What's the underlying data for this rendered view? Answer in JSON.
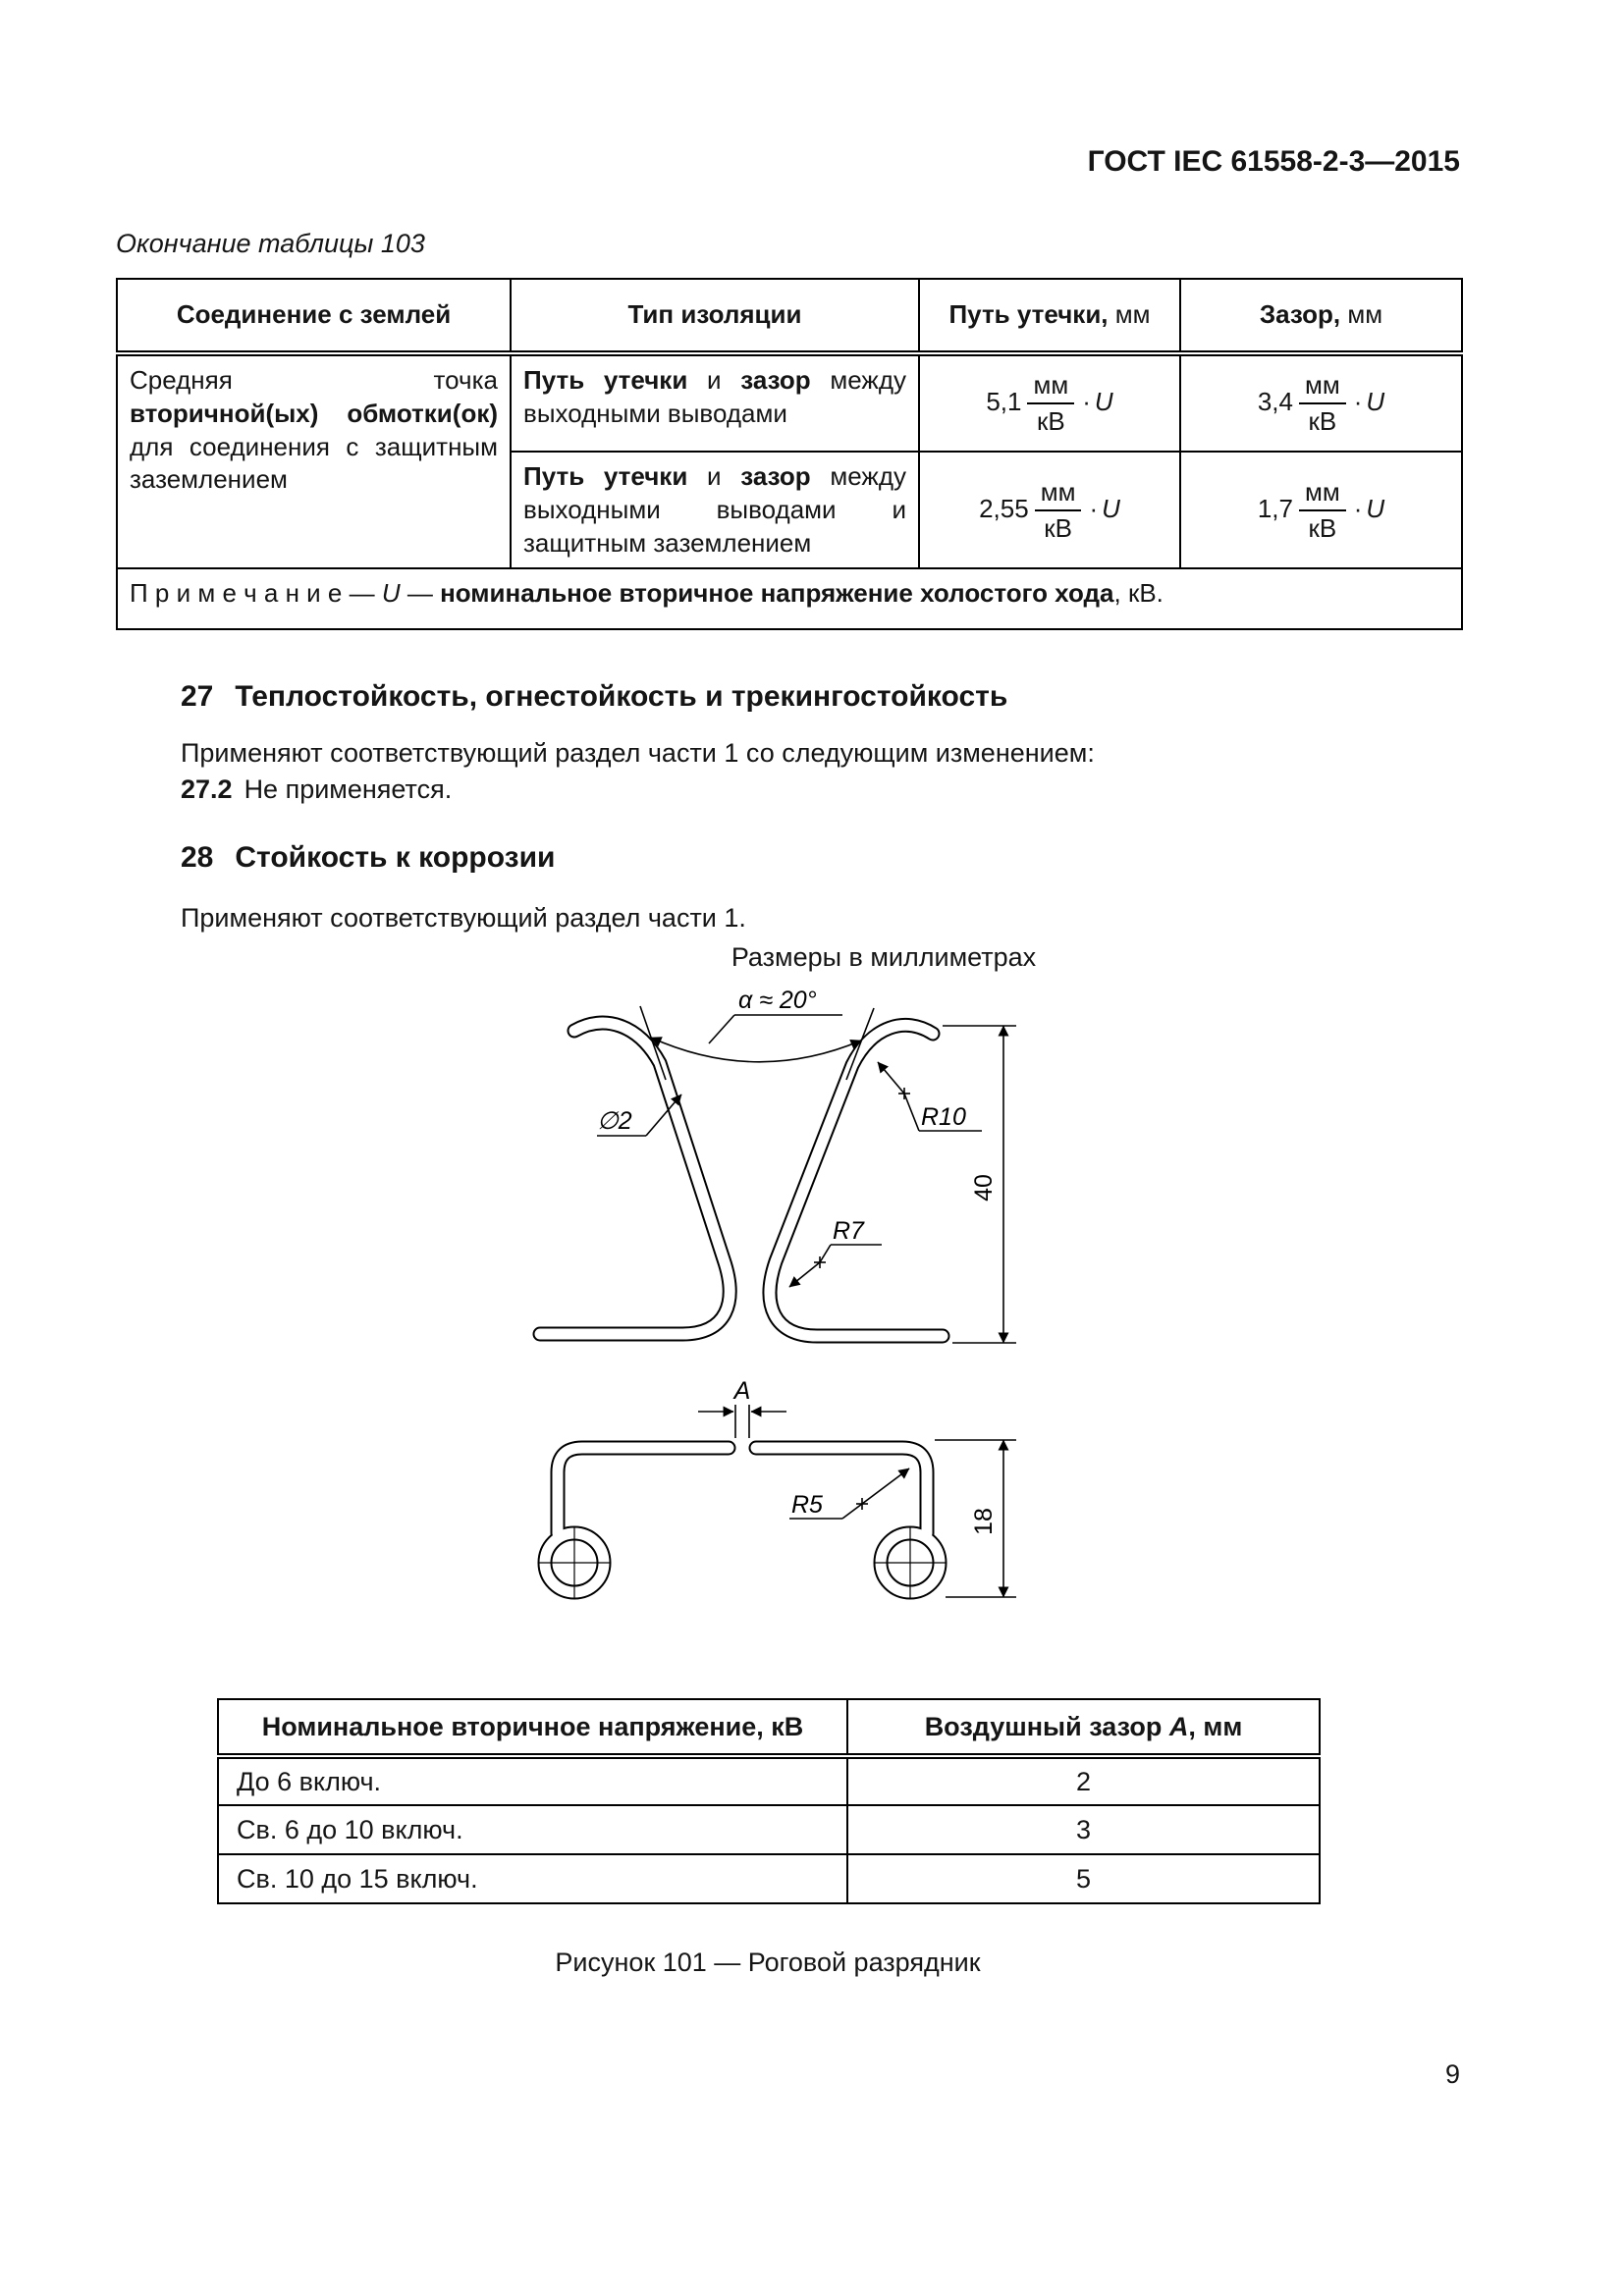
{
  "header": {
    "doc_code": "ГОСТ IEC 61558-2-3—2015"
  },
  "table103": {
    "continuation": "Окончание таблицы 103",
    "headers": [
      {
        "main": "Соединение с землей",
        "unit": ""
      },
      {
        "main": "Тип изоляции",
        "unit": ""
      },
      {
        "main": "Путь утечки,",
        "unit": " мм"
      },
      {
        "main": "Зазор,",
        "unit": " мм"
      }
    ],
    "group_cell": {
      "a": "Средняя точка ",
      "b": "вторичной(ых) обмотки(ок)",
      "c": " для соединения с защитным заземлением"
    },
    "rows": [
      {
        "type_a": "Путь утечки",
        "type_b": " и ",
        "type_c": "зазор",
        "type_d": " между выходными выводами",
        "creepage": {
          "coef": "5,1",
          "num": "мм",
          "den": "кВ",
          "dot": "·",
          "var": "U"
        },
        "clearance": {
          "coef": "3,4",
          "num": "мм",
          "den": "кВ",
          "dot": "·",
          "var": "U"
        }
      },
      {
        "type_a": "Путь утечки",
        "type_b": " и ",
        "type_c": "зазор",
        "type_d": " между выходными выводами и защитным заземлением",
        "creepage": {
          "coef": "2,55",
          "num": "мм",
          "den": "кВ",
          "dot": "·",
          "var": "U"
        },
        "clearance": {
          "coef": "1,7",
          "num": "мм",
          "den": "кВ",
          "dot": "·",
          "var": "U"
        }
      }
    ],
    "note": {
      "label": "П р и м е ч а н и е",
      "dash1": " — ",
      "var": "U",
      "dash2": " — ",
      "bold": "номинальное вторичное напряжение холостого хода",
      "tail": ", кВ."
    }
  },
  "section27": {
    "number": "27",
    "title": "Теплостойкость, огнестойкость и трекингостойкость",
    "para": "Применяют соответствующий раздел части 1 со следующим изменением:",
    "item_number": "27.2",
    "item_text": "Не применяется."
  },
  "section28": {
    "number": "28",
    "title": "Стойкость к коррозии",
    "para": "Применяют соответствующий раздел части 1."
  },
  "figure": {
    "dims_note": "Размеры в миллиметрах",
    "labels": {
      "alpha": "α ≈ 20°",
      "diameter": "∅2",
      "r10": "R10",
      "r7": "R7",
      "dim40": "40",
      "gap": "A",
      "r5": "R5",
      "dim18": "18"
    },
    "caption": "Рисунок 101 — Роговой разрядник"
  },
  "figure_table": {
    "col1_header": "Номинальное вторичное напряжение, кВ",
    "col2_header_a": "Воздушный зазор ",
    "col2_header_var": "A",
    "col2_header_b": ", мм",
    "rows": [
      {
        "range": "До 6 включ.",
        "value": "2"
      },
      {
        "range": "Св. 6 до 10 включ.",
        "value": "3"
      },
      {
        "range": "Св. 10 до 15 включ.",
        "value": "5"
      }
    ]
  },
  "page_number": "9"
}
